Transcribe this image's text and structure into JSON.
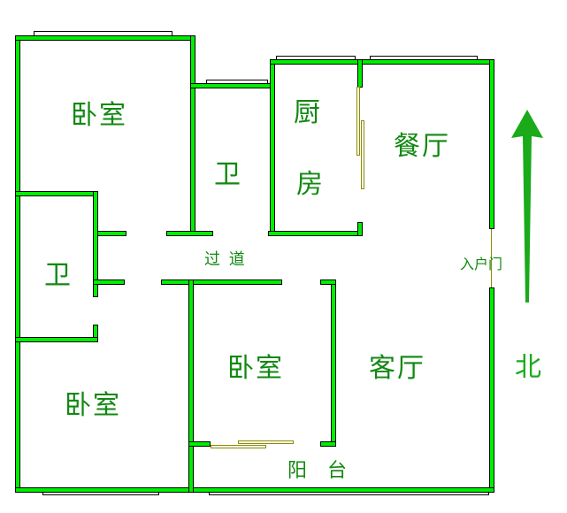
{
  "diagram": {
    "type": "floor-plan",
    "colors": {
      "wall": "#00ee00",
      "wall_outline": "#000000",
      "text": "#118811",
      "door": "#8b8b00",
      "north_arrow": "#1aaa1a"
    },
    "rooms": [
      {
        "id": "bedroom-nw",
        "label": "卧室"
      },
      {
        "id": "bathroom-center",
        "label": "卫"
      },
      {
        "id": "kitchen-1",
        "label": "厨"
      },
      {
        "id": "kitchen-2",
        "label": "房"
      },
      {
        "id": "dining",
        "label": "餐厅"
      },
      {
        "id": "bathroom-west",
        "label": "卫"
      },
      {
        "id": "corridor",
        "label": "过 道"
      },
      {
        "id": "entrance",
        "label": "入户门"
      },
      {
        "id": "bedroom-center",
        "label": "卧室"
      },
      {
        "id": "living",
        "label": "客厅"
      },
      {
        "id": "bedroom-sw",
        "label": "卧室"
      },
      {
        "id": "balcony-1",
        "label": "阳"
      },
      {
        "id": "balcony-2",
        "label": "台"
      }
    ],
    "compass": {
      "label": "北"
    }
  }
}
